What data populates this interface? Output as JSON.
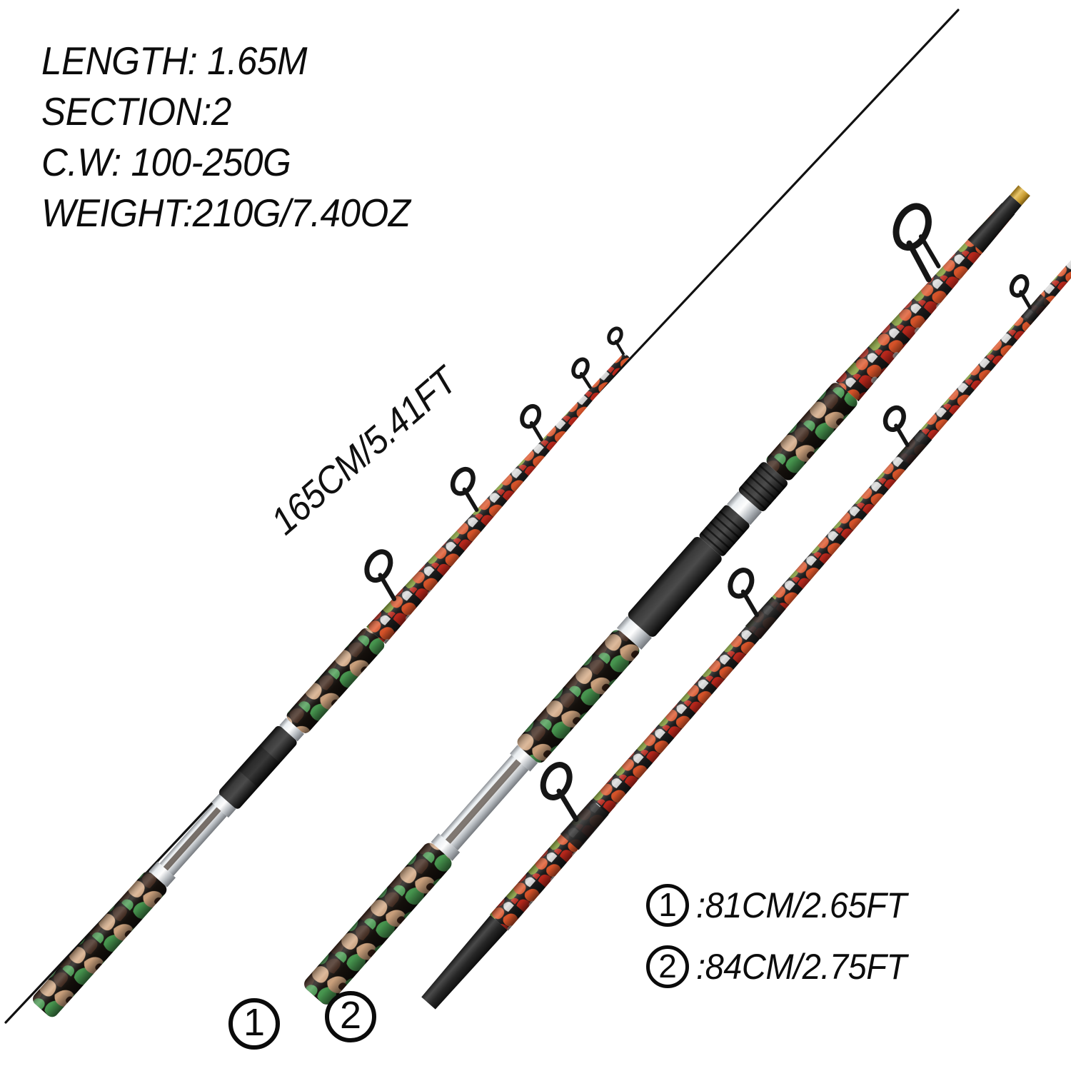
{
  "product": {
    "type": "fishing-rod-spec-image",
    "background_color": "#ffffff"
  },
  "specs": {
    "lines": [
      "LENGTH: 1.65M",
      "SECTION:2",
      "C.W: 100-250G",
      "WEIGHT:210G/7.40OZ"
    ],
    "length": "LENGTH: 1.65M",
    "section": "SECTION:2",
    "casting_weight": "C.W: 100-250G",
    "weight": "WEIGHT:210G/7.40OZ"
  },
  "total_length_callout": {
    "label": "165CM/5.41FT"
  },
  "legend": {
    "rows": [
      {
        "marker": "1",
        "text": ":81CM/2.65FT"
      },
      {
        "marker": "2",
        "text": ":84CM/2.75FT"
      }
    ]
  },
  "markers": {
    "one": "1",
    "two": "2"
  },
  "colors": {
    "text": "#0c0c0c",
    "camo_green": "#4a9c52",
    "camo_tan": "#d4a882",
    "camo_brown": "#3d2418",
    "camo_black": "#15100c",
    "blank_red": "#c0281c",
    "blank_orange": "#e0562a",
    "blank_green": "#7e9c2c",
    "blank_black": "#191919",
    "metal_silver": "#c9cdd1",
    "metal_gold": "#c79a2e",
    "guide_black": "#151515",
    "reel_seat_black": "#1d1d1d"
  },
  "rods": [
    {
      "name": "rod-section-1-left",
      "marker": "1",
      "grip": "camo-green-tan-brown",
      "blank": "red-camo",
      "reel_seat": "silver-black"
    },
    {
      "name": "rod-section-2-middle",
      "marker": "2",
      "grip": "camo-green-tan-brown",
      "blank": "red-camo",
      "reel_seat": "black-silver"
    },
    {
      "name": "rod-section-2-right",
      "marker": "2",
      "grip": "none",
      "blank": "red-camo-black-butt",
      "reel_seat": "none"
    }
  ]
}
